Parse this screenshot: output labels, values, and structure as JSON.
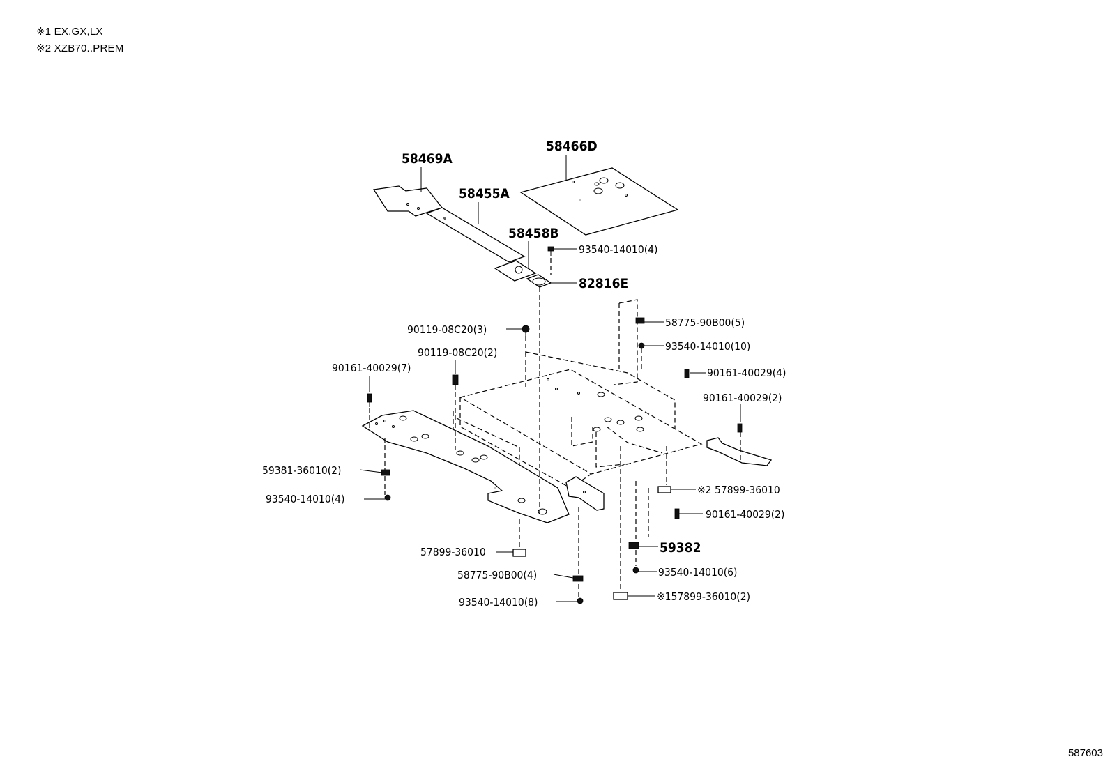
{
  "notes": {
    "note1": "※1 EX,GX,LX",
    "note2": "※2 XZB70..PREM"
  },
  "figure_number": "587603",
  "labels": {
    "p58469A": "58469A",
    "p58466D": "58466D",
    "p58455A": "58455A",
    "p58458B": "58458B",
    "p82816E": "82816E",
    "p93540_4_top": "93540-14010(4)",
    "p90119_3": "90119-08C20(3)",
    "p90119_2": "90119-08C20(2)",
    "p90161_7": "90161-40029(7)",
    "p58775_5": "58775-90B00(5)",
    "p93540_10": "93540-14010(10)",
    "p90161_4": "90161-40029(4)",
    "p90161_2_right": "90161-40029(2)",
    "p59381": "59381-36010(2)",
    "p93540_4_left": "93540-14010(4)",
    "p57899_note2": "※2 57899-36010",
    "p90161_2_mid": "90161-40029(2)",
    "p59382": "59382",
    "p57899": "57899-36010",
    "p93540_6": "93540-14010(6)",
    "p58775_4": "58775-90B00(4)",
    "p57899_note1": "※157899-36010(2)",
    "p93540_8": "93540-14010(8)"
  }
}
